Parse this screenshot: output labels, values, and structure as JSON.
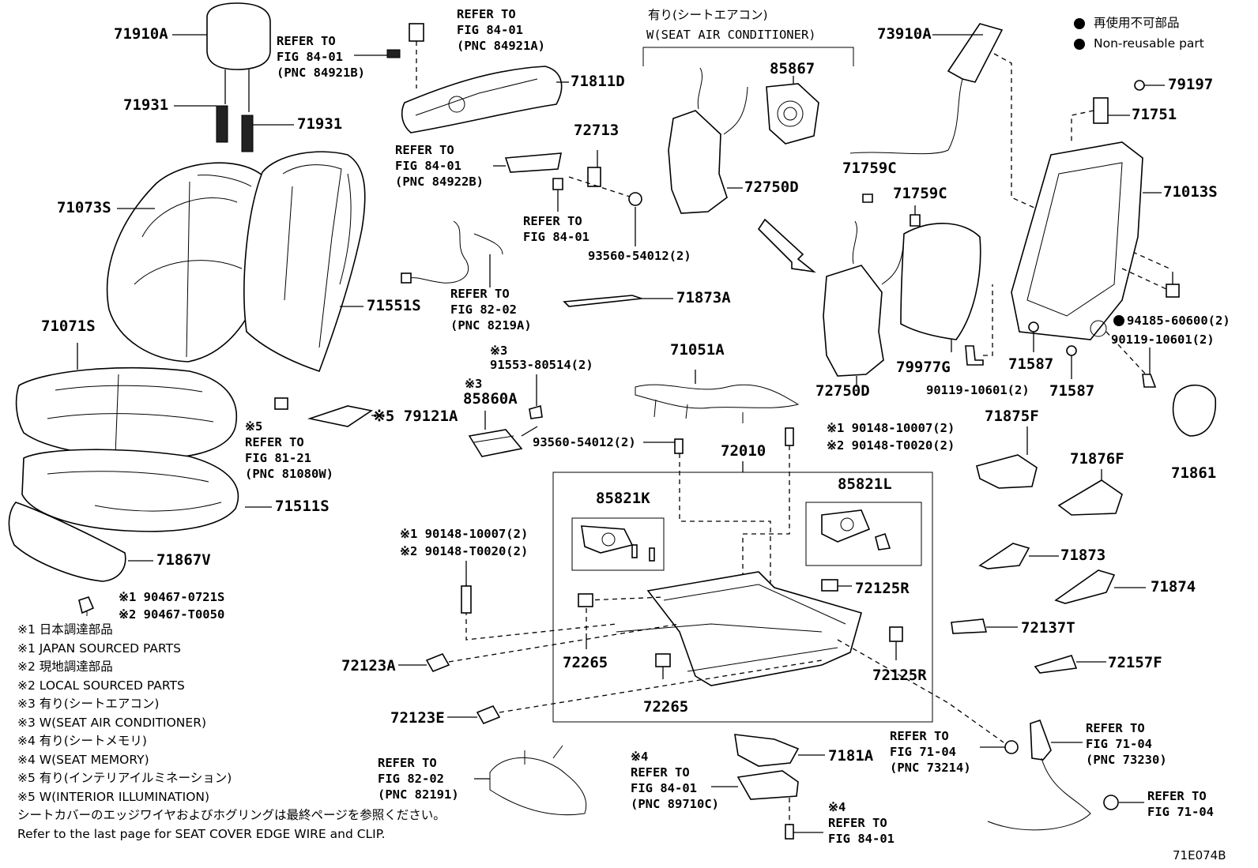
{
  "labels": {
    "p71910A": "71910A",
    "p71931a": "71931",
    "p71931b": "71931",
    "p71073S": "71073S",
    "p71071S": "71071S",
    "p71551S": "71551S",
    "p71511S": "71511S",
    "p71867V": "71867V",
    "p79121A": "※5 79121A",
    "p71811D": "71811D",
    "p72713": "72713",
    "p93560a": "93560-54012(2)",
    "p71873A": "71873A",
    "p85860A_note": "※3",
    "p85860A": "85860A",
    "p91553_note": "※3",
    "p91553": "91553-80514(2)",
    "p93560b": "93560-54012(2)",
    "p71051A": "71051A",
    "p72010": "72010",
    "p85821K": "85821K",
    "p85821L": "85821L",
    "p85867": "85867",
    "p72750Da": "72750D",
    "p72750Db": "72750D",
    "p71759Ca": "71759C",
    "p71759Cb": "71759C",
    "p79977G": "79977G",
    "p73910A": "73910A",
    "p79197": "79197",
    "p71751": "71751",
    "p71013S": "71013S",
    "p94185": "94185-60600(2)",
    "p90119a": "90119-10601(2)",
    "p90119b": "90119-10601(2)",
    "p71587a": "71587",
    "p71587b": "71587",
    "p71861": "71861",
    "p71875F": "71875F",
    "p71876F": "71876F",
    "p71873": "71873",
    "p71874": "71874",
    "p72137T": "72137T",
    "p72157F": "72157F",
    "p72125Ra": "72125R",
    "p72125Rb": "72125R",
    "p72123A": "72123A",
    "p72123E": "72123E",
    "p72265a": "72265",
    "p72265b": "72265",
    "p7181A": "7181A",
    "p90148a1": "※1 90148-10007(2)",
    "p90148a2": "※2 90148-T0020(2)",
    "p90148b1": "※1 90148-10007(2)",
    "p90148b2": "※2 90148-T0020(2)",
    "p90467_1": "※1 90467-0721S",
    "p90467_2": "※2 90467-T0050",
    "fig_code": "71E074B"
  },
  "refs": {
    "r84921B": "REFER TO\nFIG 84-01\n(PNC 84921B)",
    "r84921A": "REFER TO\nFIG 84-01\n(PNC 84921A)",
    "r84922B": "REFER TO\nFIG 84-01\n(PNC 84922B)",
    "r84_01a": "REFER TO\nFIG 84-01",
    "r8219A": "REFER TO\nFIG 82-02\n(PNC 8219A)",
    "r81080W": "※5\nREFER TO\nFIG 81-21\n(PNC 81080W)",
    "r82191": "REFER TO\nFIG 82-02\n(PNC 82191)",
    "r89710C": "※4\nREFER TO\nFIG 84-01\n(PNC 89710C)",
    "r84_01b": "※4\nREFER TO\nFIG 84-01",
    "r73214": "REFER TO\nFIG 71-04\n(PNC 73214)",
    "r73230": "REFER TO\nFIG 71-04\n(PNC 73230)",
    "r71_04": "REFER TO\nFIG 71-04",
    "seat_ac_jp": "有り(シートエアコン)",
    "seat_ac_en": "W(SEAT AIR CONDITIONER)"
  },
  "top_legend": {
    "jp": "再使用不可部品",
    "en": "Non-reusable part"
  },
  "legend": [
    "※1  日本調達部品",
    "※1  JAPAN SOURCED PARTS",
    "※2  現地調達部品",
    "※2  LOCAL SOURCED PARTS",
    "※3  有り(シートエアコン)",
    "※3  W(SEAT AIR CONDITIONER)",
    "※4  有り(シートメモリ)",
    "※4  W(SEAT MEMORY)",
    "※5  有り(インテリアイルミネーション)",
    "※5  W(INTERIOR ILLUMINATION)",
    "シートカバーのエッジワイヤおよびホグリングは最終ページを参照ください。",
    "Refer to the last page for SEAT COVER EDGE WIRE and CLIP."
  ]
}
